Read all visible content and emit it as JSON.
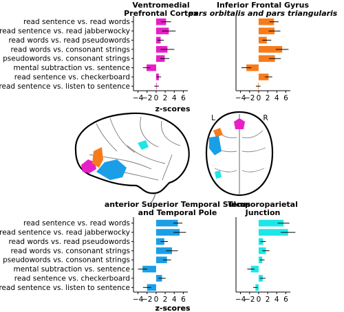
{
  "chart_data": [
    {
      "type": "bar",
      "orientation": "horizontal",
      "title": "Ventromedial",
      "subtitle": "Prefrontal Cortex",
      "color": "#e81ec8",
      "categories": [
        "read sentence vs. read words",
        "read sentence vs. read jabberwocky",
        "read words vs. read pseudowords",
        "read words vs. consonant strings",
        "read pseudowords vs. consonant strings",
        "mental subtraction vs. sentence",
        "read sentence vs. checkerboard",
        "read sentence vs. listen to sentence"
      ],
      "values": [
        2.2,
        2.8,
        1.0,
        2.5,
        1.9,
        -2.1,
        0.6,
        0.1
      ],
      "errors": [
        1.1,
        1.5,
        0.7,
        1.5,
        1.0,
        0.8,
        0.5,
        0.5
      ],
      "xlim": [
        -5,
        7
      ],
      "xticks": [
        "−4",
        "−2",
        "0",
        "2",
        "4",
        "6"
      ],
      "xlabel": ""
    },
    {
      "type": "bar",
      "orientation": "horizontal",
      "title": "Inferior Frontal Gyrus",
      "subtitle": "pars orbitalis and pars triangularis",
      "color": "#f77b1a",
      "categories": [
        "read sentence vs. read words",
        "read sentence vs. read jabberwocky",
        "read words vs. read pseudowords",
        "read words vs. consonant strings",
        "read pseudowords vs. consonant strings",
        "mental subtraction vs. sentence",
        "read sentence vs. checkerboard",
        "read sentence vs. listen to sentence"
      ],
      "values": [
        3.4,
        3.5,
        1.8,
        5.2,
        3.6,
        -2.7,
        2.2,
        -0.1
      ],
      "errors": [
        1.0,
        1.3,
        1.0,
        1.4,
        1.3,
        1.1,
        0.8,
        0.5
      ],
      "xlim": [
        -5,
        7
      ],
      "xticks": [
        "−4",
        "−2",
        "0",
        "2",
        "4",
        "6"
      ],
      "xlabel": ""
    },
    {
      "type": "bar",
      "orientation": "horizontal",
      "title": "anterior Superior Temporal Sulcus",
      "subtitle": "and Temporal Pole",
      "color": "#1a9fe6",
      "categories": [
        "read sentence vs. read words",
        "read sentence vs. read jabberwocky",
        "read words vs. read pseudowords",
        "read words vs. consonant strings",
        "read pseudowords vs. consonant strings",
        "mental subtraction vs. sentence",
        "read sentence vs. checkerboard",
        "read sentence vs. listen to sentence"
      ],
      "values": [
        4.8,
        5.2,
        1.8,
        3.5,
        2.4,
        -3.0,
        1.3,
        -2.0
      ],
      "errors": [
        1.0,
        1.4,
        0.8,
        1.3,
        0.9,
        1.0,
        0.8,
        0.9
      ],
      "xlim": [
        -5,
        7
      ],
      "xticks": [
        "−4",
        "−2",
        "0",
        "2",
        "4",
        "6"
      ],
      "xlabel": "z-scores"
    },
    {
      "type": "bar",
      "orientation": "horizontal",
      "title": "Temporoparietal",
      "subtitle": "Junction",
      "color": "#1ee6e6",
      "categories": [
        "read sentence vs. read words",
        "read sentence vs. read jabberwocky",
        "read words vs. read pseudowords",
        "read words vs. consonant strings",
        "read pseudowords vs. consonant strings",
        "mental subtraction vs. sentence",
        "read sentence vs. checkerboard",
        "read sentence vs. listen to sentence"
      ],
      "values": [
        5.5,
        6.5,
        1.0,
        1.6,
        0.8,
        -1.7,
        0.9,
        -0.7
      ],
      "errors": [
        1.3,
        1.6,
        0.6,
        0.8,
        0.5,
        0.8,
        0.6,
        0.5
      ],
      "xlim": [
        -5,
        7
      ],
      "xticks": [
        "−4",
        "−2",
        "0",
        "2",
        "4",
        "6"
      ],
      "xlabel": "z-scores"
    }
  ],
  "top_axis_label": "z-scores",
  "brain": {
    "hemisphere_labels": [
      "L",
      "R"
    ],
    "region_colors": [
      "#e81ec8",
      "#f77b1a",
      "#1a9fe6",
      "#1ee6e6"
    ]
  }
}
